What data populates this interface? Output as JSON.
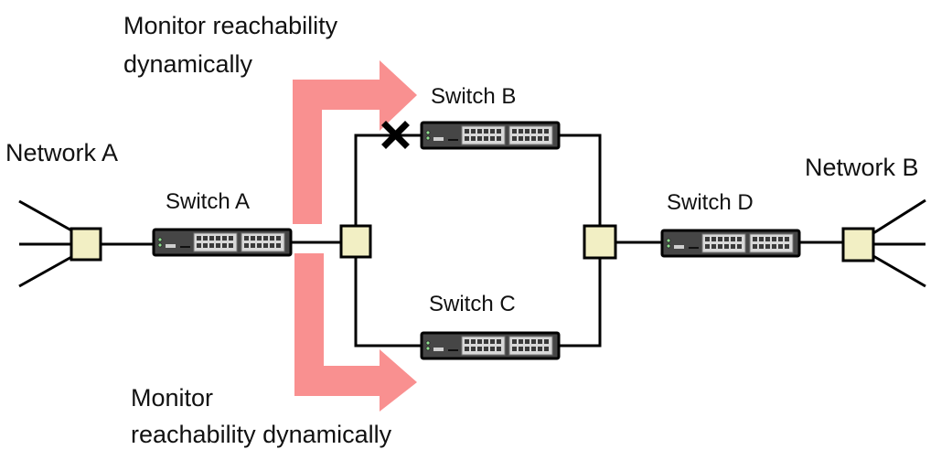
{
  "colors": {
    "arrow": "#f99090",
    "hub_fill": "#f2efc4",
    "switch_body": "#464646",
    "port_panel": "#d8d8d8",
    "port": "#3a3a3a",
    "led": "#8fe08f",
    "line": "#000000",
    "fault_mark": "#000000"
  },
  "labels": {
    "network_a": "Network A",
    "network_b": "Network B",
    "switch_a": "Switch A",
    "switch_b": "Switch B",
    "switch_c": "Switch C",
    "switch_d": "Switch D",
    "monitor_top_line1": "Monitor reachability",
    "monitor_top_line2": "dynamically",
    "monitor_bottom_line1": "Monitor",
    "monitor_bottom_line2": "reachability dynamically"
  },
  "icons": {
    "switch": "network-switch-icon",
    "hub": "hub-box-icon",
    "fault": "x-mark-icon",
    "arrow": "bent-arrow-icon"
  }
}
